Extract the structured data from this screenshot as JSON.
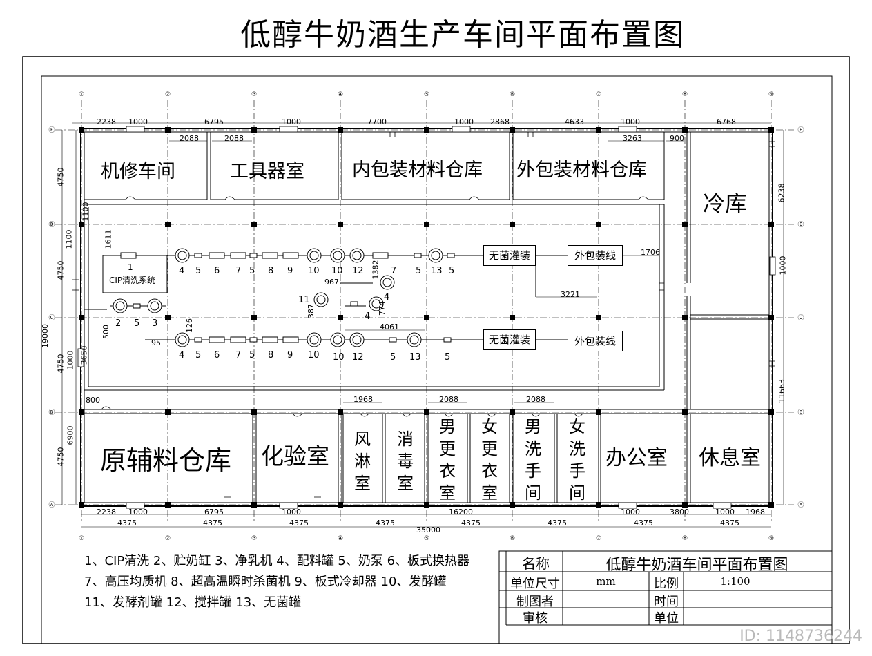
{
  "title": "低醇牛奶酒生产车间平面布置图",
  "rooms": {
    "jixiu": "机修车间",
    "gongju": "工具器室",
    "neibao": "内包装材料仓库",
    "waibao": "外包装材料仓库",
    "lengku": "冷库",
    "yuanfu": "原辅料仓库",
    "huayan": "化验室",
    "fenglin": "风淋室",
    "xiaodu": "消毒室",
    "nangeng": "男更衣室",
    "nvgeng": "女更衣室",
    "nanxi": "男洗手间",
    "nvxi": "女洗手间",
    "bangong": "办公室",
    "xiuxi": "休息室"
  },
  "equipment": {
    "cip_num": "1",
    "cip_label": "CIP清洗系统",
    "aseptic1": "无菌灌装",
    "aseptic2": "无菌灌装",
    "pack1": "外包装线",
    "pack2": "外包装线",
    "row1": [
      "4",
      "5",
      "6",
      "7",
      "5",
      "8",
      "9",
      "10",
      "10",
      "12",
      "7",
      "5",
      "13",
      "5"
    ],
    "row2": [
      "4",
      "5",
      "6",
      "7",
      "5",
      "8",
      "9",
      "10",
      "10",
      "12",
      "5",
      "13",
      "5"
    ],
    "misc": [
      "2",
      "5",
      "3",
      "11",
      "4",
      "4",
      "1706",
      "3221",
      "4061",
      "967",
      "1382",
      "774",
      "387",
      "1611",
      "500",
      "126",
      "95"
    ]
  },
  "dimensions": {
    "top": [
      "2238",
      "1000",
      "6795",
      "1000",
      "7700",
      "1000",
      "2868",
      "4633",
      "1000",
      "6768"
    ],
    "top_inner": [
      "2088",
      "2088",
      "3263",
      "900"
    ],
    "bottom1": [
      "2238",
      "1000",
      "6795",
      "1000",
      "16200",
      "1000",
      "3800",
      "1000",
      "1968"
    ],
    "bottom2": [
      "4375",
      "4375",
      "4375",
      "4375",
      "4375",
      "4375",
      "4375",
      "4375"
    ],
    "total": "35000",
    "left": [
      "4750",
      "4750",
      "4750",
      "4750",
      "19000",
      "1100",
      "1100",
      "3650",
      "1000",
      "6900",
      "800"
    ],
    "right": [
      "6238",
      "1000",
      "11663"
    ],
    "inner": [
      "1968",
      "2088",
      "2088"
    ]
  },
  "axes_top": [
    "①",
    "②",
    "③",
    "④",
    "⑤",
    "⑥",
    "⑦",
    "⑧",
    "⑨"
  ],
  "axes_side": [
    "Ⓔ",
    "Ⓓ",
    "Ⓒ",
    "Ⓑ",
    "Ⓐ"
  ],
  "legend": "1、CIP清洗 2、贮奶缸 3、净乳机 4、配料罐 5、奶泵 6、板式换热器7、高压均质机 8、超高温瞬时杀菌机 9、板式冷却器 10、发酵罐 11、发酵剂罐 12、搅拌罐 13、无菌罐",
  "title_block": {
    "name_label": "名称",
    "name_value": "低醇牛奶酒车间平面布置图",
    "unit_label": "单位尺寸",
    "unit_value": "mm",
    "scale_label": "比例",
    "scale_value": "1:100",
    "drawer_label": "制图者",
    "time_label": "时间",
    "review_label": "审核",
    "org_label": "单位"
  },
  "watermark": "ID: 1148736244"
}
